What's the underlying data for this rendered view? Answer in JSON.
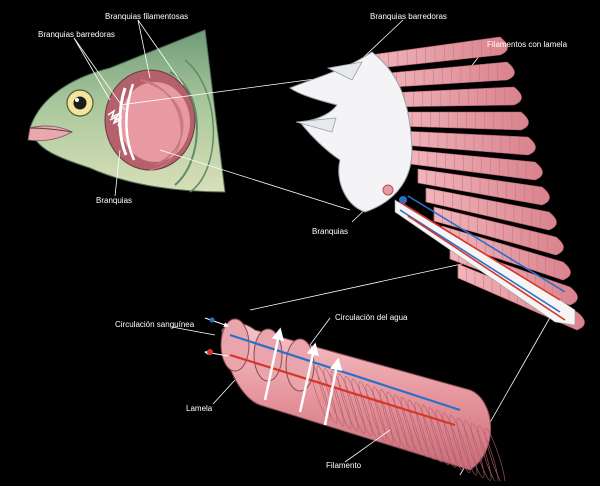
{
  "labels": {
    "branquias_filamentosas": "Branquias filamentosas",
    "branquias_barredoras_left": "Branquias barredoras",
    "branquias_left": "Branquias",
    "branquias_barredoras_right": "Branquias barredoras",
    "filamentos_con_lamela": "Filamentos con lamela",
    "branquias_right": "Branquias",
    "circulacion_sanguinea": "Circulación sanguínea",
    "circulacion_agua": "Circulación del agua",
    "lamela": "Lamela",
    "filamento": "Filamento"
  },
  "colors": {
    "background": "#000000",
    "fish_skin": "#a8c79a",
    "gill": "#e79aa2",
    "arch": "#f2f2f2",
    "artery": "#2a6fc8",
    "vein": "#d8342a",
    "label_text": "#ffffff"
  }
}
